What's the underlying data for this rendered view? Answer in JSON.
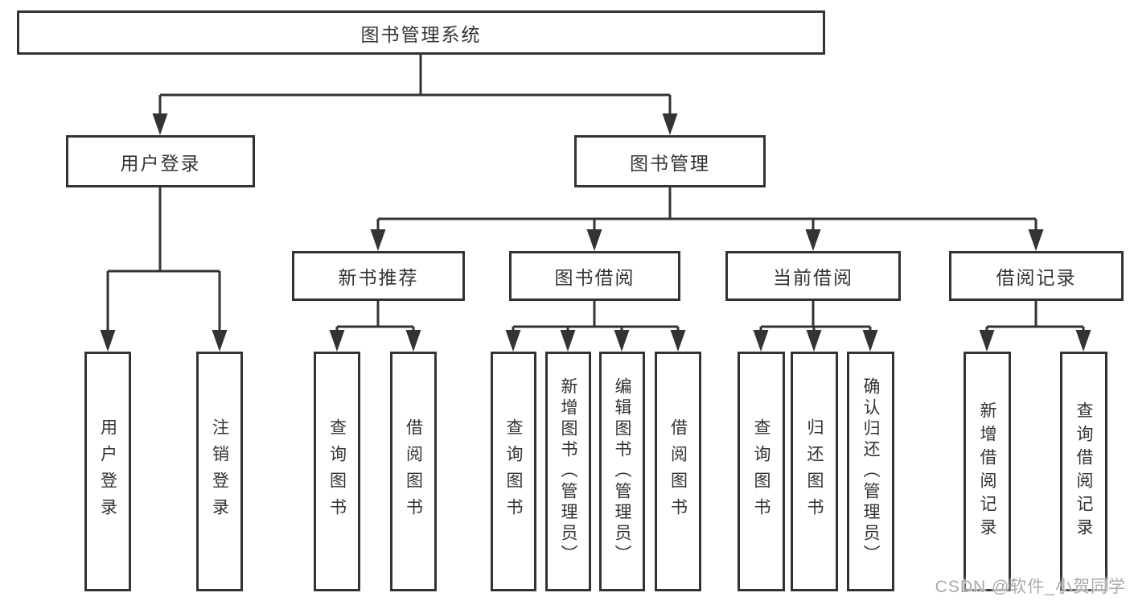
{
  "diagram": {
    "root": {
      "label": "图书管理系统"
    },
    "groups": [
      {
        "label": "用户登录",
        "children": [
          {
            "label": "用户登录"
          },
          {
            "label": "注销登录"
          }
        ]
      },
      {
        "label": "图书管理",
        "sections": [
          {
            "label": "新书推荐",
            "children": [
              {
                "label": "查询图书"
              },
              {
                "label": "借阅图书"
              }
            ]
          },
          {
            "label": "图书借阅",
            "children": [
              {
                "label": "查询图书"
              },
              {
                "label": "新增图书（管理员）"
              },
              {
                "label": "编辑图书（管理员）"
              },
              {
                "label": "借阅图书"
              }
            ]
          },
          {
            "label": "当前借阅",
            "children": [
              {
                "label": "查询图书"
              },
              {
                "label": "归还图书"
              },
              {
                "label": "确认归还（管理员）"
              }
            ]
          },
          {
            "label": "借阅记录",
            "children": [
              {
                "label": "新增借阅记录"
              },
              {
                "label": "查询借阅记录"
              }
            ]
          }
        ]
      }
    ]
  },
  "watermark": {
    "text": "CSDN @软件_小贺同学"
  },
  "colors": {
    "line": "#333333",
    "text": "#333333",
    "background": "#ffffff",
    "watermark": "#a9a9a9"
  }
}
